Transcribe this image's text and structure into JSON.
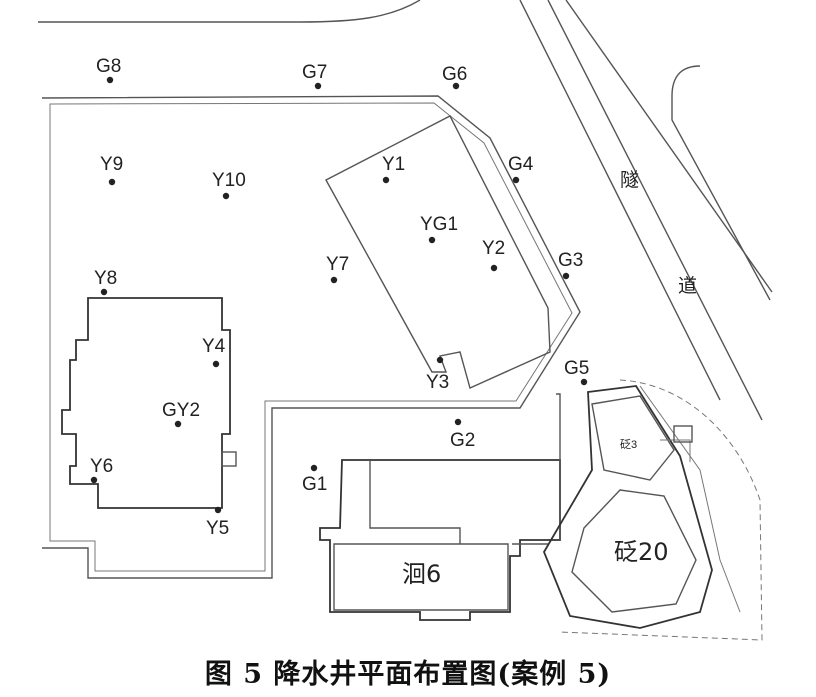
{
  "caption": "图 5  降水井平面布置图(案例 5)",
  "road": {
    "label_1": "隧",
    "label_2": "道"
  },
  "buildings": {
    "b6": "洄6",
    "b20": "砭20",
    "b3": "砭3"
  },
  "wells": [
    {
      "id": "G8"
    },
    {
      "id": "G7"
    },
    {
      "id": "G6"
    },
    {
      "id": "G4"
    },
    {
      "id": "G3"
    },
    {
      "id": "G5"
    },
    {
      "id": "G2"
    },
    {
      "id": "G1"
    },
    {
      "id": "Y9"
    },
    {
      "id": "Y10"
    },
    {
      "id": "Y1"
    },
    {
      "id": "YG1"
    },
    {
      "id": "Y2"
    },
    {
      "id": "Y7"
    },
    {
      "id": "Y8"
    },
    {
      "id": "Y4"
    },
    {
      "id": "Y3"
    },
    {
      "id": "GY2"
    },
    {
      "id": "Y6"
    },
    {
      "id": "Y5"
    }
  ],
  "colors": {
    "line": "#555555",
    "text": "#222222"
  }
}
